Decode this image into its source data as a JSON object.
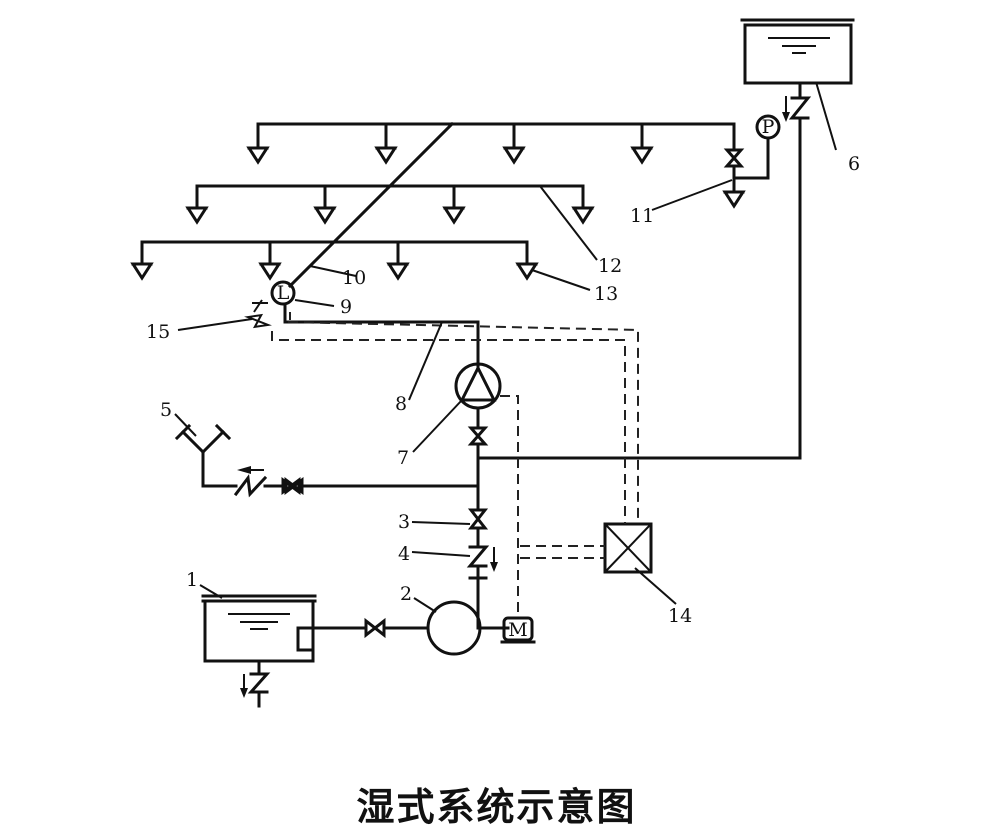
{
  "caption": "湿式系统示意图",
  "symbols": {
    "pressure_gauge": "P",
    "flow_indicator": "L",
    "motor": "M"
  },
  "labels": {
    "n1": "1",
    "n2": "2",
    "n3": "3",
    "n4": "4",
    "n5": "5",
    "n6": "6",
    "n7": "7",
    "n8": "8",
    "n9": "9",
    "n10": "10",
    "n11": "11",
    "n12": "12",
    "n13": "13",
    "n14": "14",
    "n15": "15"
  }
}
